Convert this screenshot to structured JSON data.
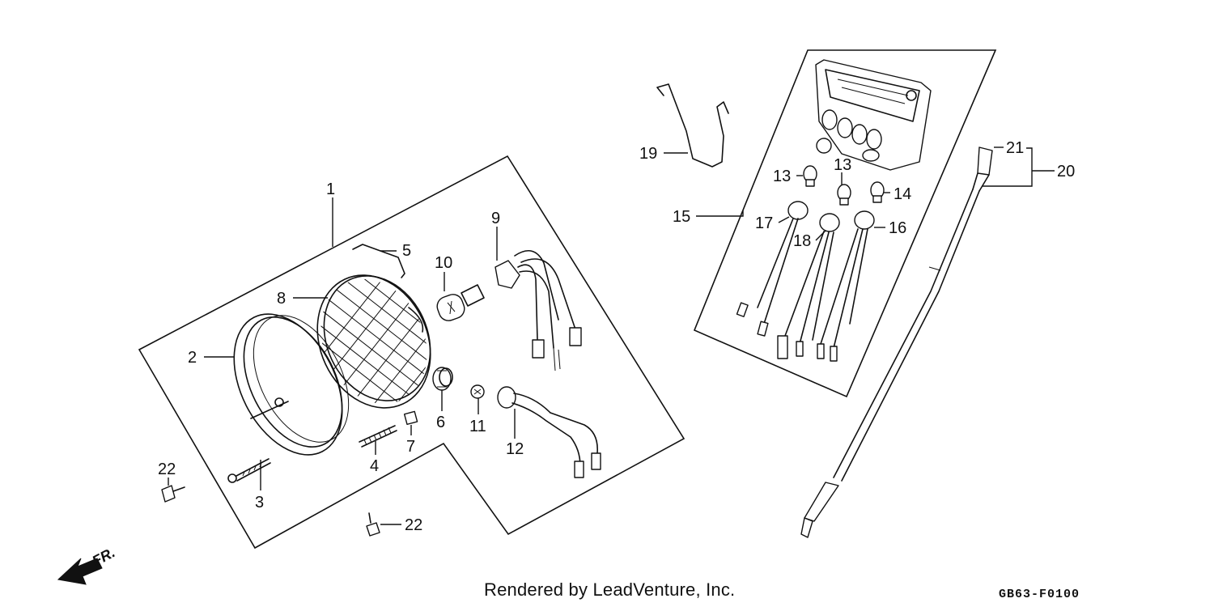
{
  "footer": {
    "credit": "Rendered by LeadVenture, Inc.",
    "code": "GB63-F0100"
  },
  "orientation_label": "FR.",
  "parts": [
    {
      "id": "p1",
      "label": "1"
    },
    {
      "id": "p2",
      "label": "2"
    },
    {
      "id": "p3",
      "label": "3"
    },
    {
      "id": "p4",
      "label": "4"
    },
    {
      "id": "p5",
      "label": "5"
    },
    {
      "id": "p6",
      "label": "6"
    },
    {
      "id": "p7",
      "label": "7"
    },
    {
      "id": "p8",
      "label": "8"
    },
    {
      "id": "p9",
      "label": "9"
    },
    {
      "id": "p10",
      "label": "10"
    },
    {
      "id": "p11",
      "label": "11"
    },
    {
      "id": "p12",
      "label": "12"
    },
    {
      "id": "p13a",
      "label": "13"
    },
    {
      "id": "p13b",
      "label": "13"
    },
    {
      "id": "p14",
      "label": "14"
    },
    {
      "id": "p15",
      "label": "15"
    },
    {
      "id": "p16",
      "label": "16"
    },
    {
      "id": "p17",
      "label": "17"
    },
    {
      "id": "p18",
      "label": "18"
    },
    {
      "id": "p19",
      "label": "19"
    },
    {
      "id": "p20",
      "label": "20"
    },
    {
      "id": "p21",
      "label": "21"
    },
    {
      "id": "p22a",
      "label": "22"
    },
    {
      "id": "p22b",
      "label": "22"
    }
  ]
}
